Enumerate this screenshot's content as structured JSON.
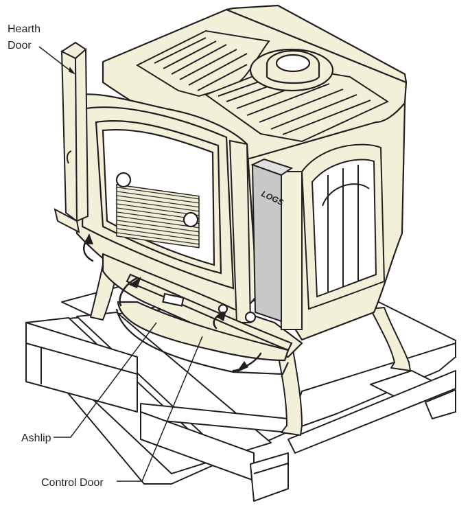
{
  "labels": {
    "hearth_door_line1": "Hearth",
    "hearth_door_line2": "Door",
    "logs": "LOGS",
    "ashlip": "Ashlip",
    "control_door": "Control Door"
  },
  "colors": {
    "stove_fill": "#f3f0da",
    "line": "#231f20",
    "pallet_fill": "#ffffff",
    "logs_fill": "#c8c8c8",
    "window_dark": "#2a2522"
  }
}
